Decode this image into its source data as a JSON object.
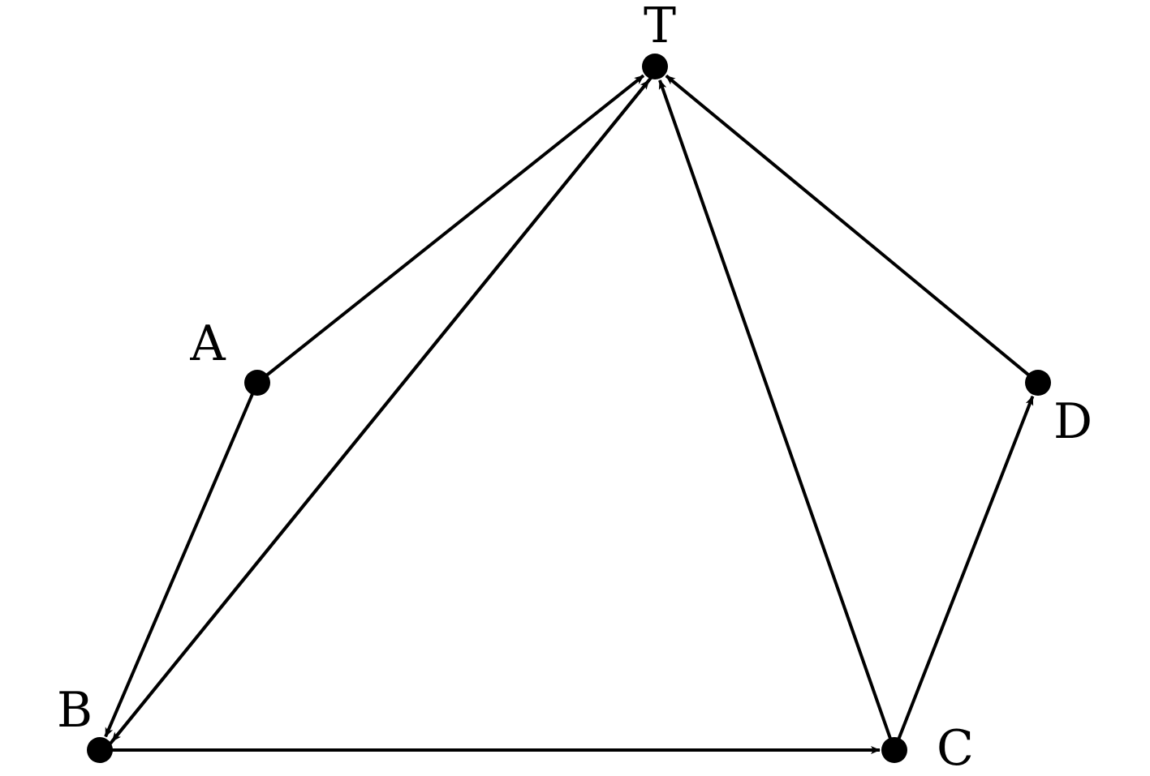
{
  "diagram": {
    "type": "directed-graph",
    "nodes": [
      {
        "id": "T",
        "label": "T"
      },
      {
        "id": "A",
        "label": "A"
      },
      {
        "id": "B",
        "label": "B"
      },
      {
        "id": "C",
        "label": "C"
      },
      {
        "id": "D",
        "label": "D"
      }
    ],
    "edges": [
      {
        "from": "A",
        "to": "T"
      },
      {
        "from": "A",
        "to": "B"
      },
      {
        "from": "T",
        "to": "B"
      },
      {
        "from": "B",
        "to": "T"
      },
      {
        "from": "B",
        "to": "C"
      },
      {
        "from": "C",
        "to": "T"
      },
      {
        "from": "C",
        "to": "D"
      },
      {
        "from": "D",
        "to": "T"
      }
    ],
    "colors": {
      "ink": "#000000",
      "background": "#ffffff"
    }
  }
}
